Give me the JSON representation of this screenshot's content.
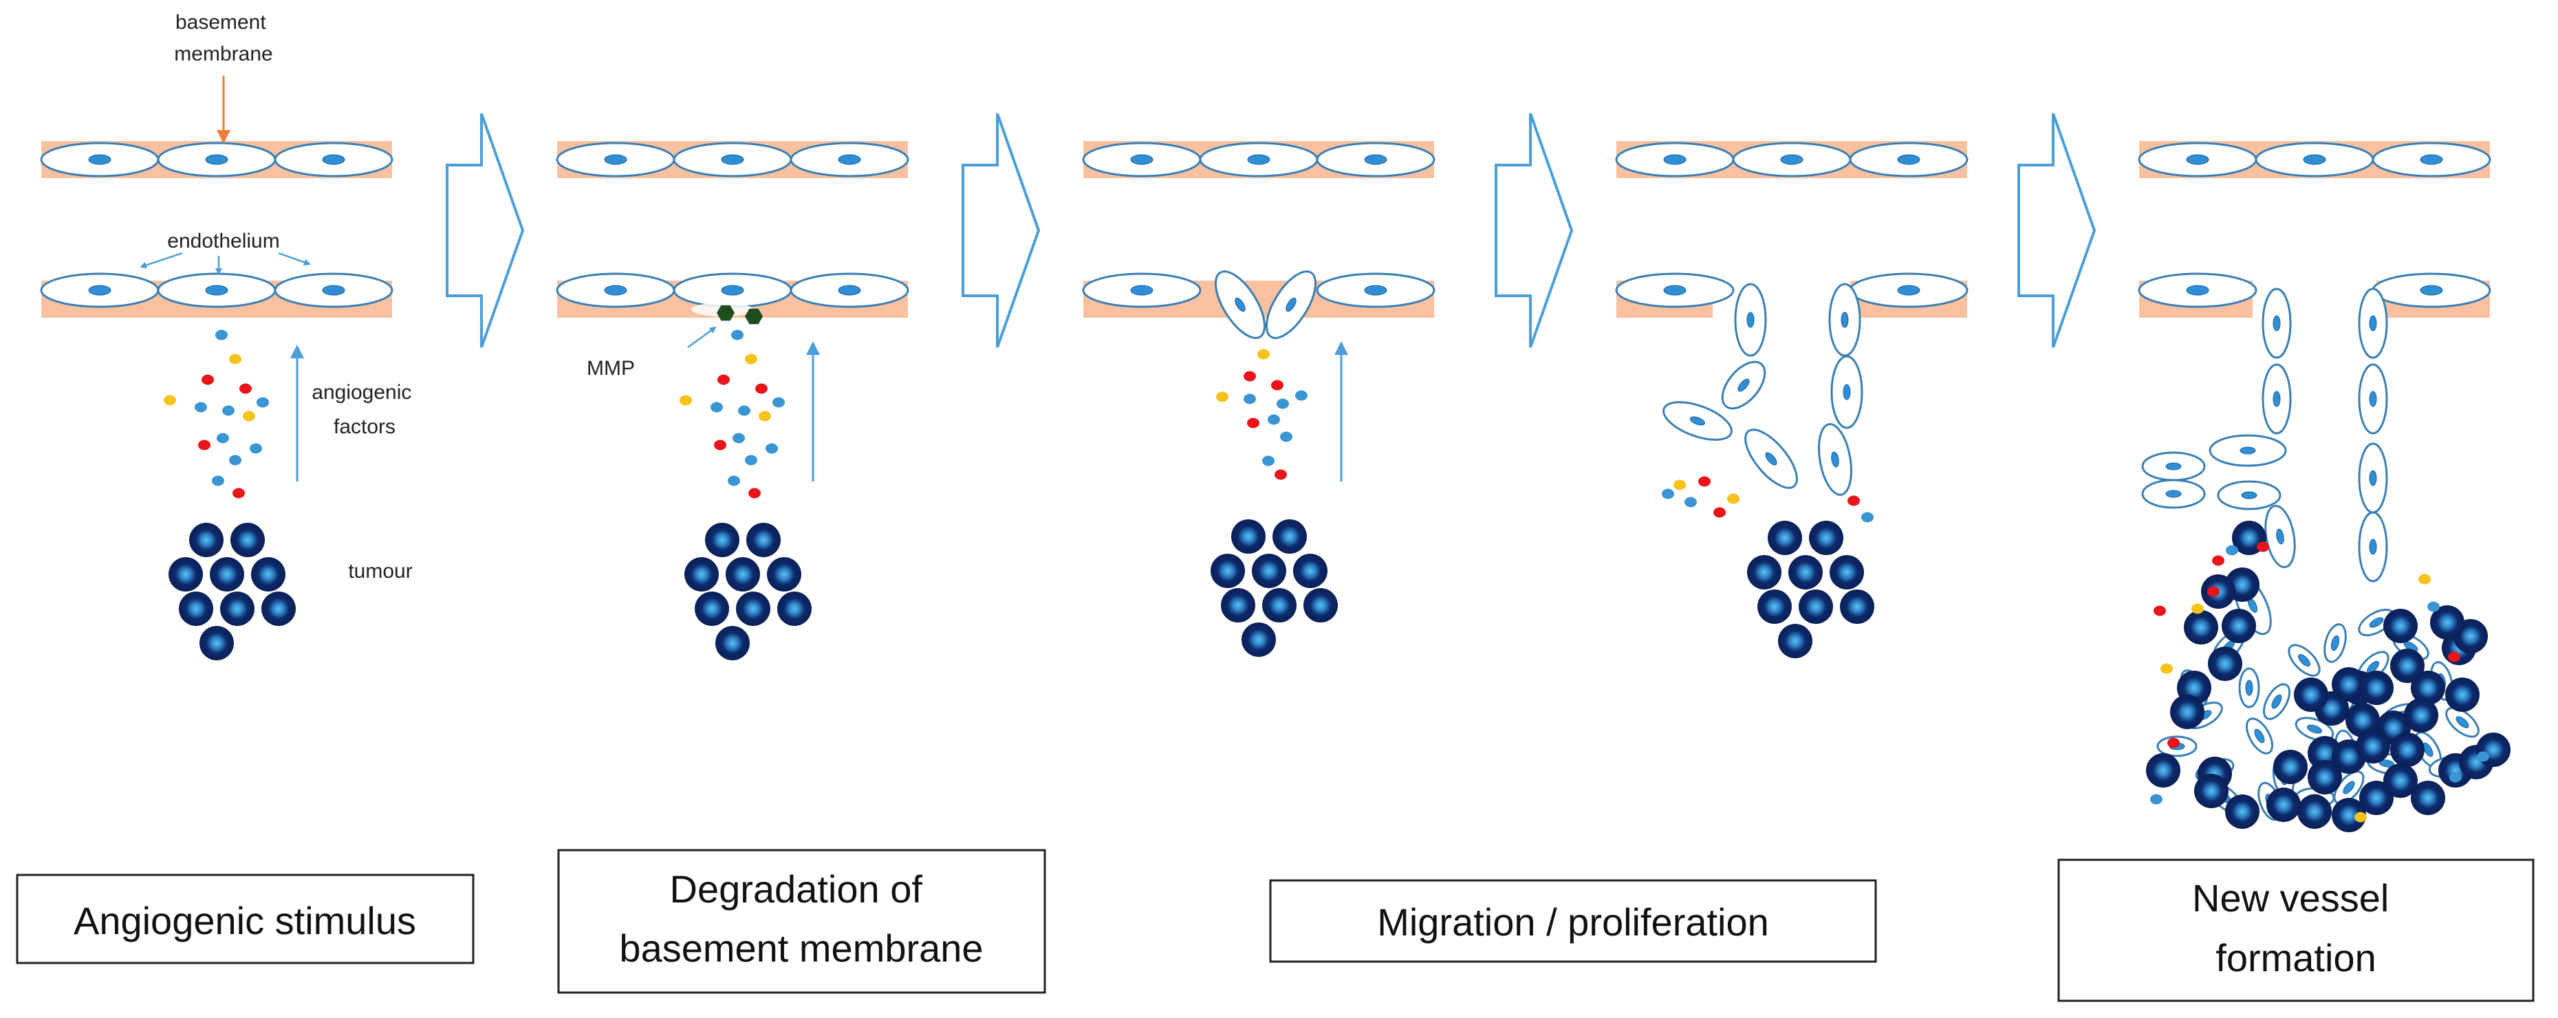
{
  "labels": {
    "basement_membrane": [
      "basement",
      "membrane"
    ],
    "endothelium": "endothelium",
    "angiogenic_factors": [
      "angiogenic",
      "factors"
    ],
    "tumour": "tumour",
    "mmp": "MMP"
  },
  "steps": [
    {
      "caption": [
        "Angiogenic stimulus"
      ]
    },
    {
      "caption": [
        "Degradation of",
        "basement membrane"
      ]
    },
    {
      "caption": [
        "Migration / proliferation"
      ]
    },
    {
      "caption": [
        "New vessel",
        "formation"
      ]
    }
  ],
  "colors": {
    "basement_membrane": "#f9c19f",
    "cell_outline": "#3a7fb5",
    "nucleus": "#2f8fd6",
    "tumour_cell": "#0d2a6b",
    "tumour_core": "#3aa0e0",
    "factor_red": "#e8151b",
    "factor_yellow": "#f7c21a",
    "factor_blue": "#3a95d4",
    "mmp": "#1e4d1e",
    "process_arrow": "#4a9fd8",
    "label_arrow_orange": "#f07c3a"
  }
}
